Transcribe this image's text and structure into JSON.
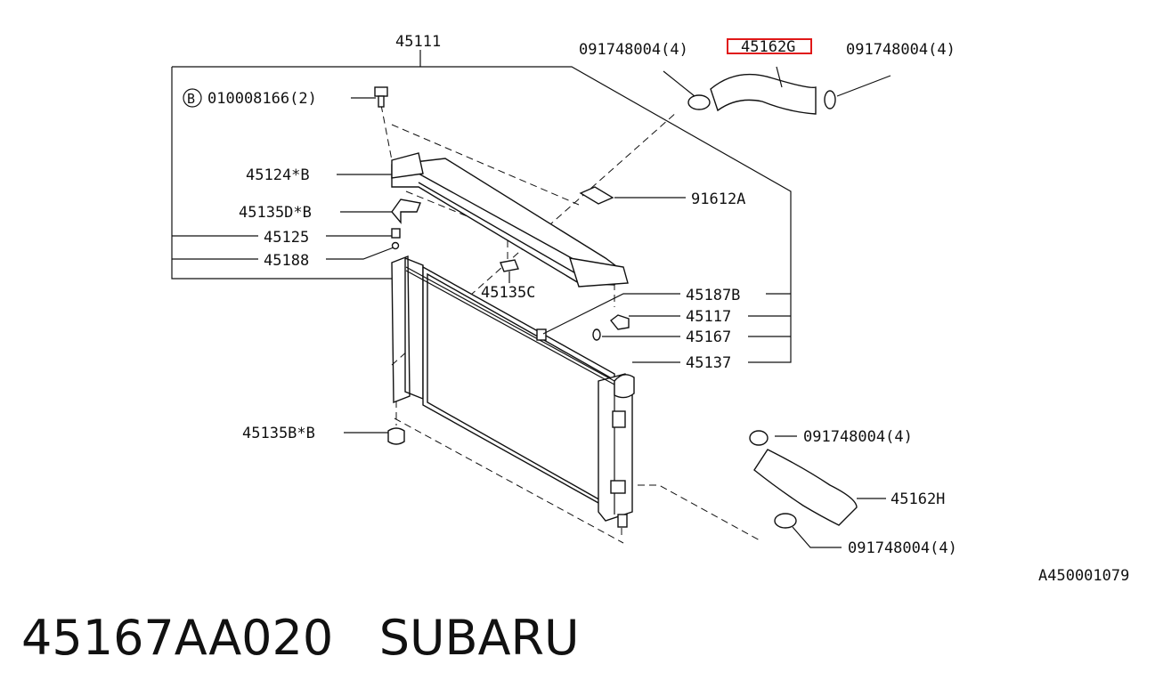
{
  "labels": {
    "l45111": "45111",
    "l091748004_tl": "091748004(4)",
    "l45162": "45162G",
    "l091748004_tr": "091748004(4)",
    "b_circle": "B",
    "l010008166": "010008166(2)",
    "l45124b": "45124*B",
    "l91612a": "91612A",
    "l45135db": "45135D*B",
    "l45125": "45125",
    "l45188": "45188",
    "l45135c": "45135C",
    "l45187b": "45187B",
    "l45117": "45117",
    "l45167": "45167",
    "l45137": "45137",
    "l45135bb": "45135B*B",
    "l091748004_mr": "091748004(4)",
    "l45162h": "45162H",
    "l091748004_br": "091748004(4)",
    "ref_code": "A450001079"
  },
  "caption": {
    "part_number": "45167AA020",
    "brand": "SUBARU"
  },
  "colors": {
    "highlight": "#e01818",
    "ink": "#111111"
  }
}
